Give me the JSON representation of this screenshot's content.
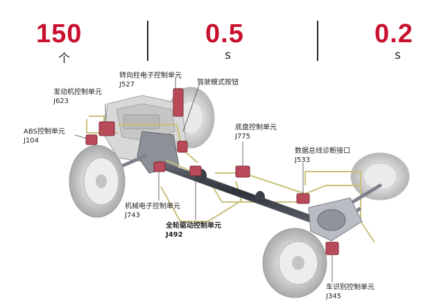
{
  "stats": [
    {
      "value": "150",
      "unit": "个"
    },
    {
      "value": "0.5",
      "unit": "s"
    },
    {
      "value": "0.2",
      "unit": "s"
    }
  ],
  "labels": {
    "steering_name": "转向柱电子控制单元",
    "steering_code": "J527",
    "drive_mode_name": "驾驶模式按钮",
    "engine_name": "发动机控制单元",
    "engine_code": "J623",
    "abs_name": "ABS控制单元",
    "abs_code": "J104",
    "chassis_name": "底盘控制单元",
    "chassis_code": "J775",
    "diag_name": "数据总线诊断接口",
    "diag_code": "J533",
    "mech_name": "机械电子控制单元",
    "mech_code": "J743",
    "awd_name": "全轮驱动控制单元",
    "awd_code": "J492",
    "rear_name": "车识别控制单元",
    "rear_code": "J345"
  },
  "colors": {
    "accent": "#c8102e",
    "module": "#b84a5a",
    "harness": "#c9c07a"
  }
}
